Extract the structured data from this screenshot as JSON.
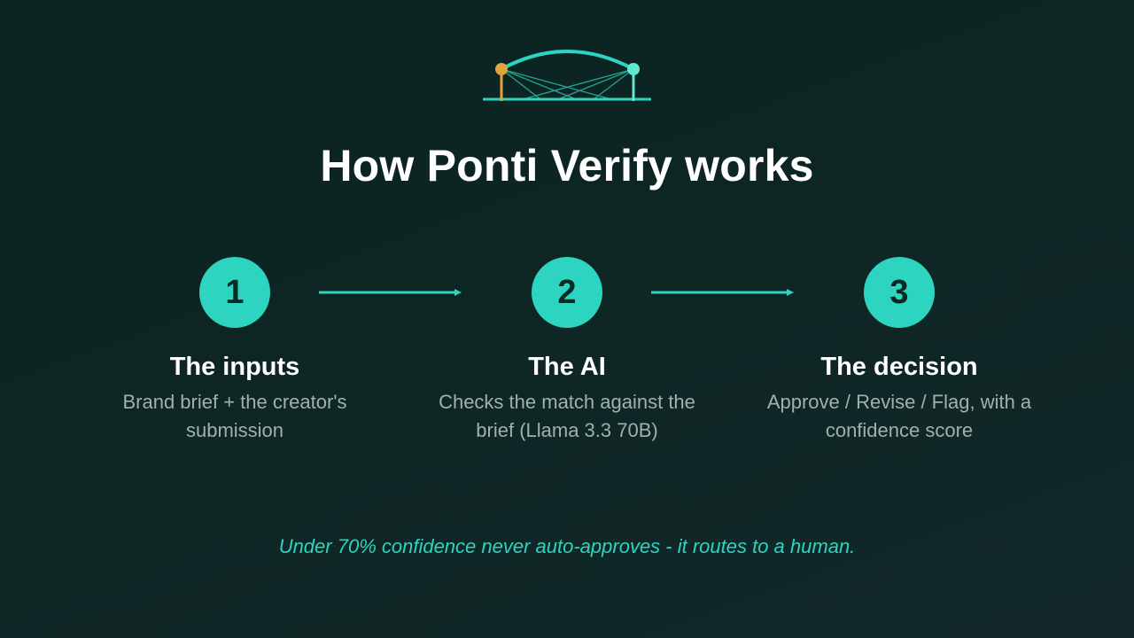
{
  "slide": {
    "title": "How Ponti Verify works",
    "steps": [
      {
        "number": "1",
        "title": "The inputs",
        "description": "Brand brief + the creator's submission"
      },
      {
        "number": "2",
        "title": "The AI",
        "description": "Checks the match against the brief (Llama 3.3 70B)"
      },
      {
        "number": "3",
        "title": "The decision",
        "description": "Approve / Revise / Flag, with a confidence score"
      }
    ],
    "note": "Under 70% confidence never auto-approves - it routes to a human."
  },
  "colors": {
    "background": "#0d2623",
    "accent": "#2dd4bf",
    "logo_left_pin": "#e3a33b",
    "text_primary": "#ffffff",
    "text_secondary": "#9fb1ad"
  },
  "icons": [
    "bridge-logo-icon",
    "arrow-right-icon"
  ]
}
